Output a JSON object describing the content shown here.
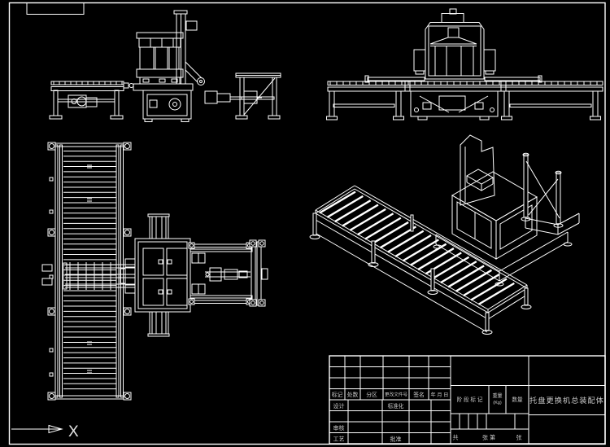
{
  "colors": {
    "background": "#000000",
    "line": "#ffffff",
    "text": "#c9c9c9"
  },
  "drawing": {
    "axis_label": "X"
  },
  "title_block": {
    "title": "托盘更换机总装配体",
    "header": {
      "mark": "标记",
      "count": "处数",
      "zone": "分区",
      "change_doc_no": "更改文件号",
      "signature": "签名",
      "date": "年 月 日"
    },
    "roles": {
      "design": "设计",
      "standardization": "标准化",
      "review": "审核",
      "process": "工艺",
      "approve": "批准"
    },
    "stage": {
      "stage_mark": "阶 段 标 记",
      "weight_label": "重量",
      "weight_unit": "(Kg)",
      "quantity": "数量"
    },
    "sheets": {
      "total": "共",
      "mid": "张 第",
      "end": "张"
    }
  }
}
